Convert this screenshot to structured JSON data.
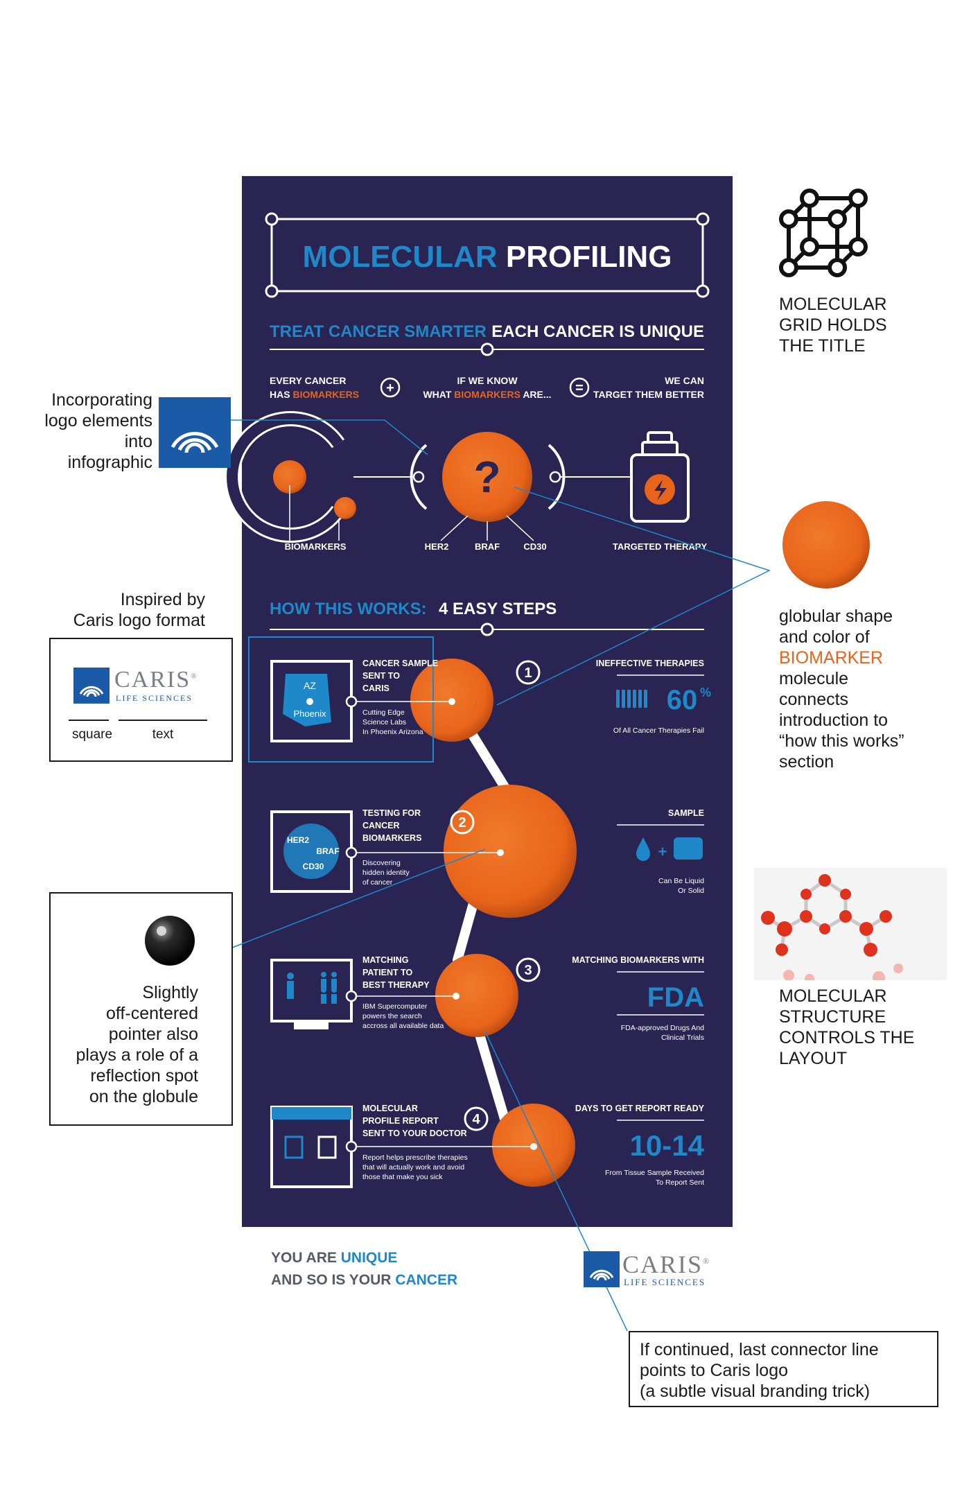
{
  "title": {
    "word1": "MOLECULAR",
    "word2": "PROFILING"
  },
  "subtitle": {
    "left": "TREAT CANCER SMARTER",
    "right": "EACH CANCER IS UNIQUE"
  },
  "equation": {
    "left_line1": "EVERY CANCER",
    "left_line2a": "HAS ",
    "left_line2b": "BIOMARKERS",
    "mid_line1": "IF WE KNOW",
    "mid_line2a": "WHAT ",
    "mid_line2b": "BIOMARKERS",
    "mid_line2c": " ARE...",
    "right_line1": "WE CAN",
    "right_line2": "TARGET THEM BETTER",
    "plus": "+",
    "equals": "=",
    "question": "?",
    "biomarkers_label": "BIOMARKERS",
    "her2": "HER2",
    "braf": "BRAF",
    "cd30": "CD30",
    "targeted_label": "TARGETED THERAPY"
  },
  "how": {
    "left": "HOW THIS WORKS:",
    "right": "4 EASY STEPS"
  },
  "steps": [
    {
      "num": "1",
      "title": [
        "CANCER SAMPLE",
        "SENT TO",
        "CARIS"
      ],
      "desc": [
        "Cutting Edge",
        "Science Labs",
        "In Phoenix Arizona"
      ],
      "icon_state": "AZ",
      "icon_city": "Phoenix",
      "stat_head": "INEFFECTIVE THERAPIES",
      "stat_value": "60",
      "stat_unit": "%",
      "stat_note": [
        "Of All Cancer Therapies Fail"
      ]
    },
    {
      "num": "2",
      "title": [
        "TESTING FOR",
        "CANCER",
        "BIOMARKERS"
      ],
      "desc": [
        "Discovering",
        "hidden identity",
        "of cancer"
      ],
      "chip_labels": [
        "HER2",
        "BRAF",
        "CD30"
      ],
      "stat_head": "SAMPLE",
      "stat_plus": "+",
      "stat_note": [
        "Can Be Liquid",
        "Or Solid"
      ]
    },
    {
      "num": "3",
      "title": [
        "MATCHING",
        "PATIENT TO",
        "BEST THERAPY"
      ],
      "desc": [
        "IBM Supercomputer",
        "powers the search",
        "accross all available data"
      ],
      "stat_head": "MATCHING BIOMARKERS WITH",
      "stat_value": "FDA",
      "stat_note": [
        "FDA-approved Drugs And",
        "Clinical Trials"
      ]
    },
    {
      "num": "4",
      "title": [
        "MOLECULAR",
        "PROFILE REPORT",
        "SENT TO YOUR DOCTOR"
      ],
      "desc": [
        "Report helps prescribe therapies",
        "that will actually work and avoid",
        "those that make you sick"
      ],
      "stat_head": "DAYS TO GET REPORT READY",
      "stat_value": "10-14",
      "stat_note": [
        "From Tissue Sample Received",
        "To  Report Sent"
      ]
    }
  ],
  "footer": {
    "line1a": "YOU ARE ",
    "line1b": "UNIQUE",
    "line2a": "AND SO IS YOUR ",
    "line2b": "CANCER"
  },
  "caris": {
    "word": "CARIS",
    "reg": "®",
    "sub": "LIFE SCIENCES"
  },
  "annotations": {
    "logo_elements": [
      "Incorporating",
      "logo elements",
      "into",
      "infographic"
    ],
    "inspired": [
      "Inspired by",
      "Caris logo format"
    ],
    "square": "square",
    "text": "text",
    "grid": [
      "MOLECULAR",
      "GRID HOLDS",
      "THE TITLE"
    ],
    "globular": [
      "globular shape",
      "and color of"
    ],
    "globular_orange": "BIOMARKER",
    "globular_rest": [
      "molecule",
      "connects",
      "introduction to",
      "“how this works”",
      "section"
    ],
    "pointer": [
      "Slightly",
      "off-centered",
      "pointer also",
      "plays a role of a",
      "reflection spot",
      "on the globule"
    ],
    "structure": [
      "MOLECULAR",
      "STRUCTURE",
      "CONTROLS THE",
      "LAYOUT"
    ],
    "continued": [
      "If continued, last connector line",
      "points to Caris logo",
      "(a subtle visual branding trick)"
    ]
  },
  "colors": {
    "navy": "#2a2452",
    "orange": "#e8641b",
    "blue": "#1e88c8",
    "caris_blue": "#1b5aa6"
  }
}
